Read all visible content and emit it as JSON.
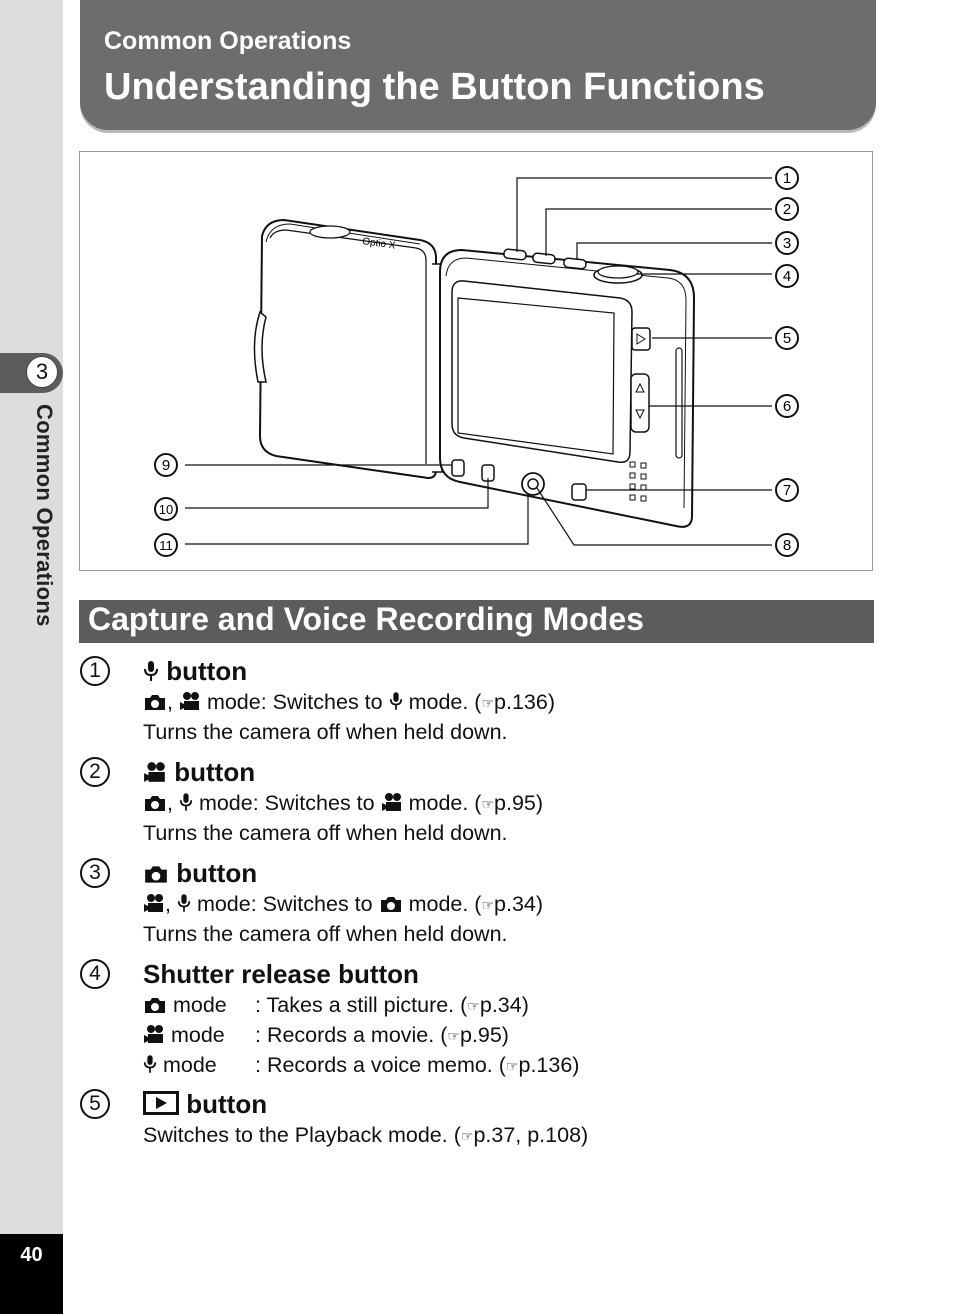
{
  "header": {
    "subtitle": "Common Operations",
    "title": "Understanding the Button Functions"
  },
  "side": {
    "chapter_number": "3",
    "chapter_label": "Common Operations",
    "page_number": "40"
  },
  "figure": {
    "brand_text": "Optio X",
    "callouts": [
      "1",
      "2",
      "3",
      "4",
      "5",
      "6",
      "7",
      "8",
      "9",
      "10",
      "11"
    ]
  },
  "section": {
    "title": "Capture and Voice Recording Modes"
  },
  "ref_glyph": "☞",
  "items": [
    {
      "num": "1",
      "title": "button",
      "modes_a": "mode: Switches to",
      "mode_word": "mode. (",
      "ref_a": "p.136)",
      "desc": "Turns the camera off when held down."
    },
    {
      "num": "2",
      "title": "button",
      "modes_a": "mode: Switches to",
      "mode_word": "mode. (",
      "ref_a": "p.95)",
      "desc": "Turns the camera off when held down."
    },
    {
      "num": "3",
      "title": "button",
      "modes_a": "mode: Switches to",
      "mode_word": "mode. (",
      "ref_a": "p.34)",
      "desc": "Turns the camera off when held down."
    },
    {
      "num": "4",
      "title": "Shutter release button",
      "rows": [
        {
          "mode": "mode",
          "desc": ": Takes a still picture. (",
          "ref": "p.34)"
        },
        {
          "mode": "mode",
          "desc": ": Records a movie. (",
          "ref": "p.95)"
        },
        {
          "mode": "mode",
          "desc": ": Records a voice memo. (",
          "ref": "p.136)"
        }
      ]
    },
    {
      "num": "5",
      "title": "button",
      "desc": "Switches to the Playback mode. (",
      "ref_a": "p.37, p.108)"
    }
  ]
}
